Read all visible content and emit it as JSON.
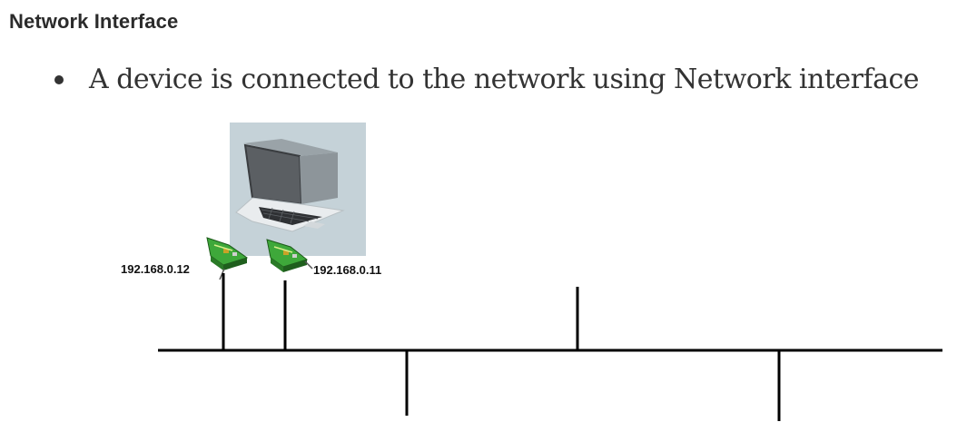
{
  "heading": "Network Interface",
  "bullet": "A device is connected to the network using Network interface",
  "diagram": {
    "device": "laptop-icon",
    "interfaces": [
      {
        "ip": "192.168.0.12",
        "icon": "network-card-icon"
      },
      {
        "ip": "192.168.0.11",
        "icon": "network-card-icon"
      }
    ],
    "colors": {
      "line": "#000000",
      "laptop_bg": "#c5d2d8",
      "card": "#3ea83a"
    }
  }
}
